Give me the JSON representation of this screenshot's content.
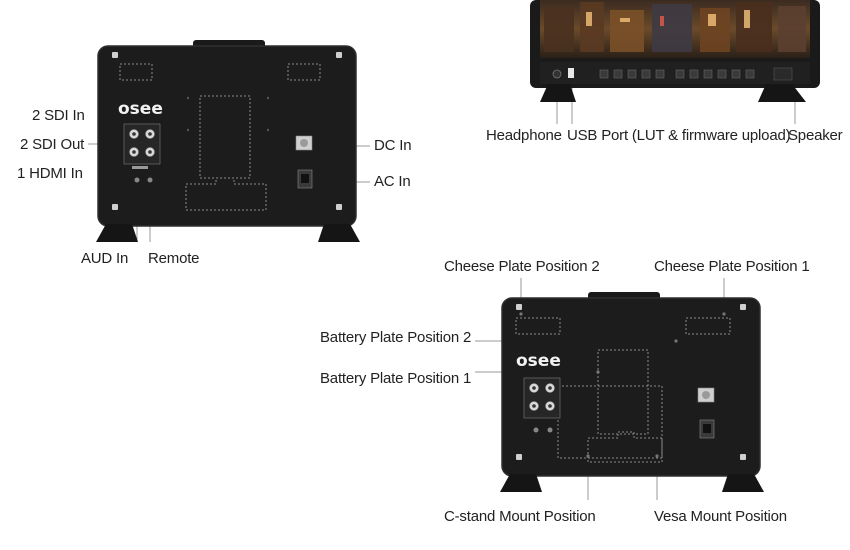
{
  "brand_logo": "osee",
  "labels": {
    "sdi_in": "2 SDI In",
    "sdi_out": "2 SDI Out",
    "hdmi_in": "1 HDMI In",
    "dc_in": "DC In",
    "ac_in": "AC In",
    "aud_in": "AUD In",
    "remote": "Remote",
    "headphone": "Headphone",
    "usb_port": "USB Port (LUT & firmware upload)",
    "speaker": "Speaker",
    "cheese_plate_2": "Cheese Plate Position 2",
    "cheese_plate_1": "Cheese Plate Position 1",
    "battery_plate_2": "Battery Plate Position 2",
    "battery_plate_1": "Battery Plate Position 1",
    "c_stand_mount": "C-stand Mount Position",
    "vesa_mount": "Vesa Mount Position"
  },
  "colors": {
    "chassis": "#1c1c1c",
    "chassis_edge": "#2e2e2e",
    "plate_outline": "#8a8a8a",
    "leader_line": "#9a9a9a",
    "text": "#222222"
  }
}
